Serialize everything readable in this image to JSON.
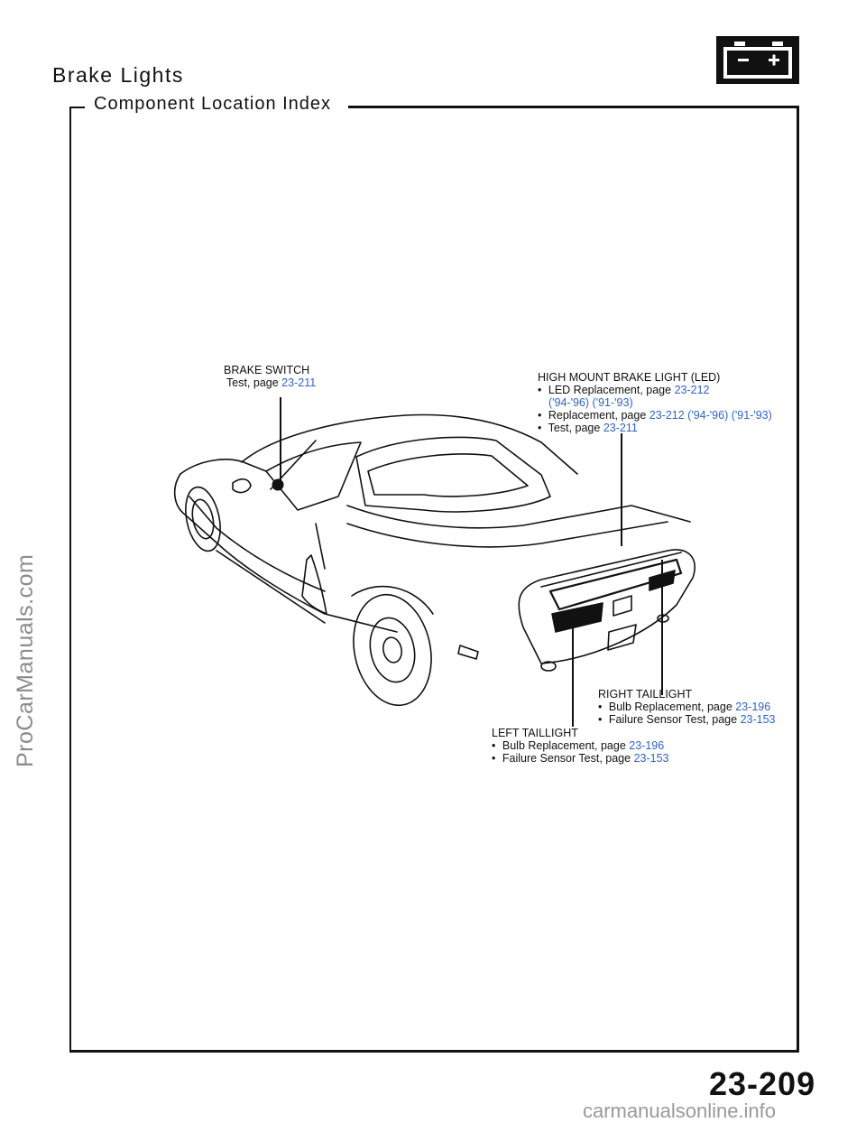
{
  "header": {
    "title": "Brake Lights",
    "subtitle": "Component Location Index",
    "battery_icon": "battery-icon"
  },
  "watermark": "ProCarManuals.com",
  "callouts": {
    "brake_switch": {
      "name": "BRAKE SWITCH",
      "line1_text": "Test, page",
      "line1_ref": "23-211"
    },
    "high_mount": {
      "name": "HIGH MOUNT BRAKE LIGHT (LED)",
      "items": [
        {
          "text": "LED Replacement, page",
          "ref": "23-212",
          "sub": "('94-'96) ('91-'93)"
        },
        {
          "text": "Replacement, page",
          "ref": "23-212 ('94-'96) ('91-'93)"
        },
        {
          "text": "Test, page",
          "ref": "23-211"
        }
      ]
    },
    "right_taillight": {
      "name": "RIGHT TAILLIGHT",
      "items": [
        {
          "text": "Bulb Replacement, page",
          "ref": "23-196"
        },
        {
          "text": "Failure Sensor Test, page",
          "ref": "23-153"
        }
      ]
    },
    "left_taillight": {
      "name": "LEFT TAILLIGHT",
      "items": [
        {
          "text": "Bulb Replacement, page",
          "ref": "23-196"
        },
        {
          "text": "Failure Sensor Test, page",
          "ref": "23-153"
        }
      ]
    }
  },
  "page_number": "23-209",
  "footer_site": "carmanualsonline.info",
  "colors": {
    "link": "#2f63c8",
    "ink": "#111111",
    "watermark": "#8c8c8c"
  }
}
